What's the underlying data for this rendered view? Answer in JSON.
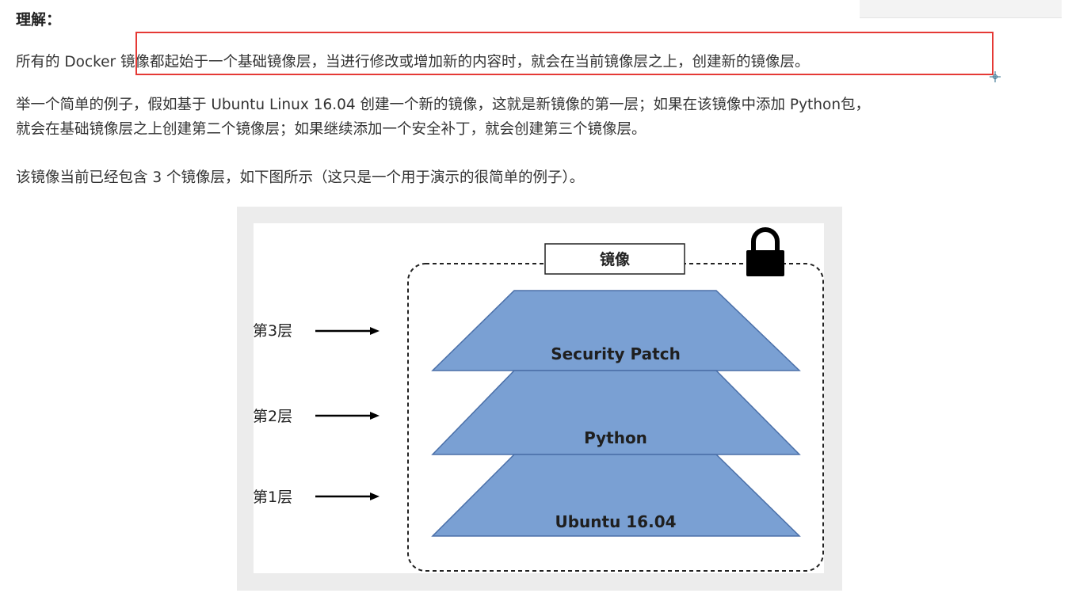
{
  "heading": "理解：",
  "paragraphs": {
    "p1": "所有的 Docker 镜像都起始于一个基础镜像层，当进行修改或增加新的内容时，就会在当前镜像层之上，创建新的镜像层。",
    "p2_line1": "举一个简单的例子，假如基于 Ubuntu Linux 16.04 创建一个新的镜像，这就是新镜像的第一层；如果在该镜像中添加 Python包，",
    "p2_line2": "就会在基础镜像层之上创建第二个镜像层；如果继续添加一个安全补丁，就会创建第三个镜像层。",
    "p3": "该镜像当前已经包含 3 个镜像层，如下图所示（这只是一个用于演示的很简单的例子）。"
  },
  "diagram": {
    "container_label": "镜像",
    "lock_icon": "lock-icon",
    "layers": [
      {
        "label": "Security Patch",
        "level": "第3层"
      },
      {
        "label": "Python",
        "level": "第2层"
      },
      {
        "label": "Ubuntu 16.04",
        "level": "第1层"
      }
    ],
    "colors": {
      "layer_fill": "#7aa0d3",
      "layer_stroke": "#4a6fa8",
      "highlight_border": "#e53935"
    }
  }
}
